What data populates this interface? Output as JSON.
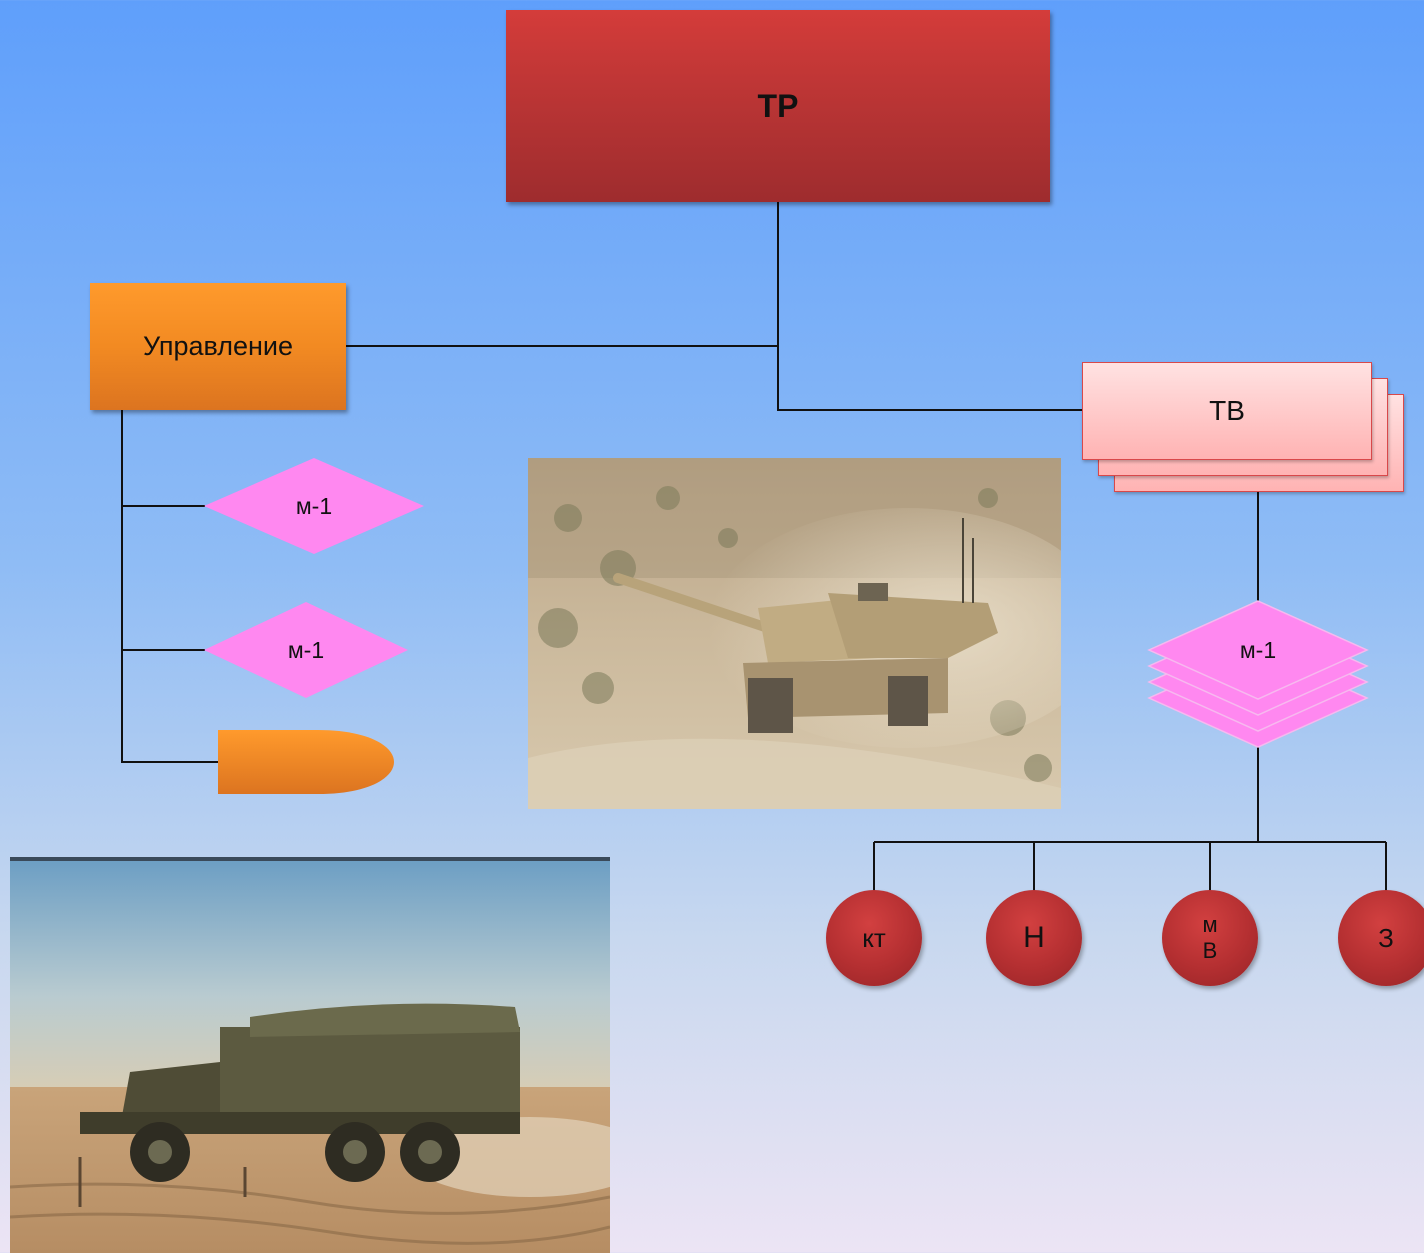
{
  "top_box": {
    "label": "ТР"
  },
  "management_box": {
    "label": "Управление"
  },
  "tv_box": {
    "label": "ТВ"
  },
  "management_units": [
    {
      "label": "м-1"
    },
    {
      "label": "м-1"
    }
  ],
  "tv_unit": {
    "label": "м-1"
  },
  "sub_units": [
    {
      "label": "кт"
    },
    {
      "label": "Н"
    },
    {
      "label": "м\nВ"
    },
    {
      "label": "З"
    }
  ],
  "colors": {
    "top_box": "#b83434",
    "management_box": "#f28a22",
    "tv_box": "#ffc6c6",
    "diamond": "#ff88f0",
    "circle": "#b42f31",
    "connector": "#111111"
  },
  "images": {
    "tank_photo": "tank-photo",
    "truck_photo": "truck-photo"
  }
}
